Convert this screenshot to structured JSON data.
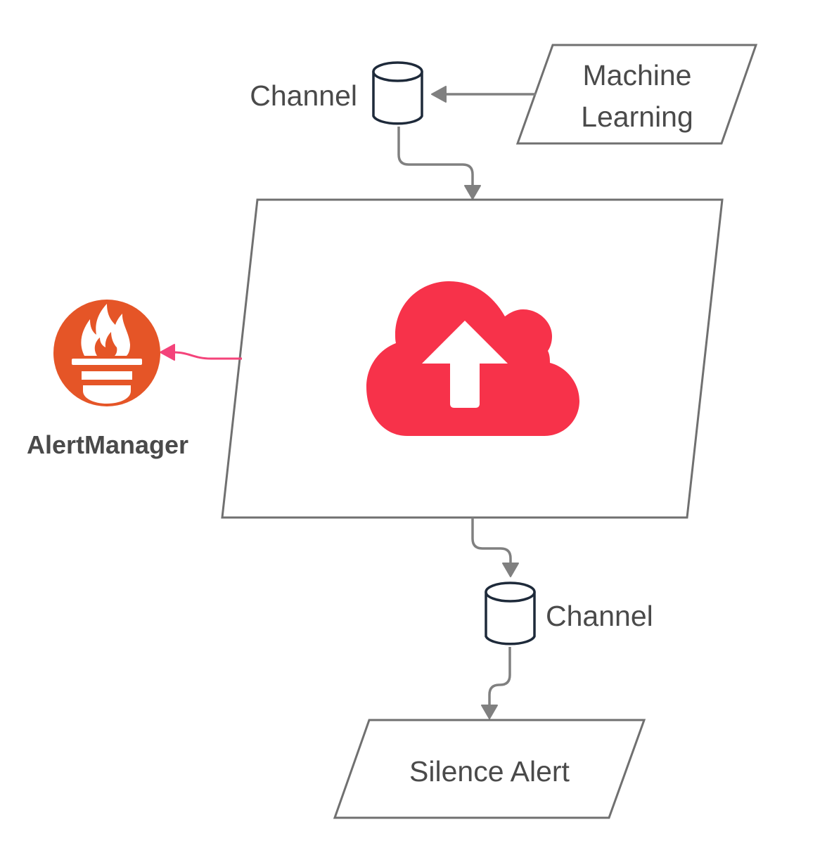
{
  "nodes": {
    "channel_top": {
      "label": "Channel",
      "icon": "database-cylinder-icon"
    },
    "machine_learning": {
      "label_line1": "Machine",
      "label_line2": "Learning"
    },
    "main_process": {
      "icon": "cloud-upload-icon"
    },
    "alertmanager": {
      "label": "AlertManager",
      "icon": "prometheus-flame-icon"
    },
    "channel_bottom": {
      "label": "Channel",
      "icon": "database-cylinder-icon"
    },
    "silence_alert": {
      "label": "Silence Alert"
    }
  },
  "colors": {
    "shape_stroke": "#707070",
    "connector": "#808080",
    "cylinder_stroke": "#1e2a3a",
    "cloud": "#f7324a",
    "alert_connector": "#f4437a",
    "prometheus": "#e55527",
    "text": "#4a4a4a"
  }
}
